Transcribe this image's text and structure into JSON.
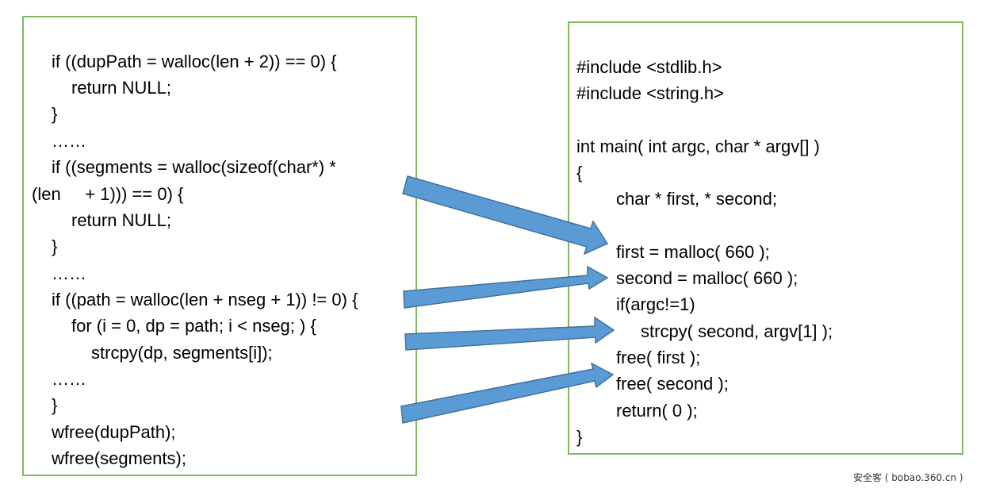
{
  "left_code": [
    "if ((dupPath = walloc(len + 2)) == 0) {",
    "return NULL;",
    "}",
    "……",
    "if ((segments = walloc(sizeof(char*) *",
    "(len     + 1))) == 0) {",
    "return NULL;",
    "}",
    "……",
    "if ((path = walloc(len + nseg + 1)) != 0) {",
    "for (i = 0, dp = path; i < nseg; ) {",
    "strcpy(dp, segments[i]);",
    "……",
    "}",
    "wfree(dupPath);",
    "wfree(segments);"
  ],
  "right_code": [
    "#include <stdlib.h>",
    "#include <string.h>",
    "int main( int argc, char * argv[] )",
    "{",
    "char * first, * second;",
    "first = malloc( 660 );",
    "second = malloc( 660 );",
    "if(argc!=1)",
    "strcpy( second, argv[1] );",
    "free( first );",
    "free( second );",
    "return( 0 );",
    "}"
  ],
  "watermark": "安全客 ( bobao.360.cn )",
  "colors": {
    "box_border": "#7fba5f",
    "arrow_fill": "#5b9bd5",
    "arrow_stroke": "#41719c"
  }
}
